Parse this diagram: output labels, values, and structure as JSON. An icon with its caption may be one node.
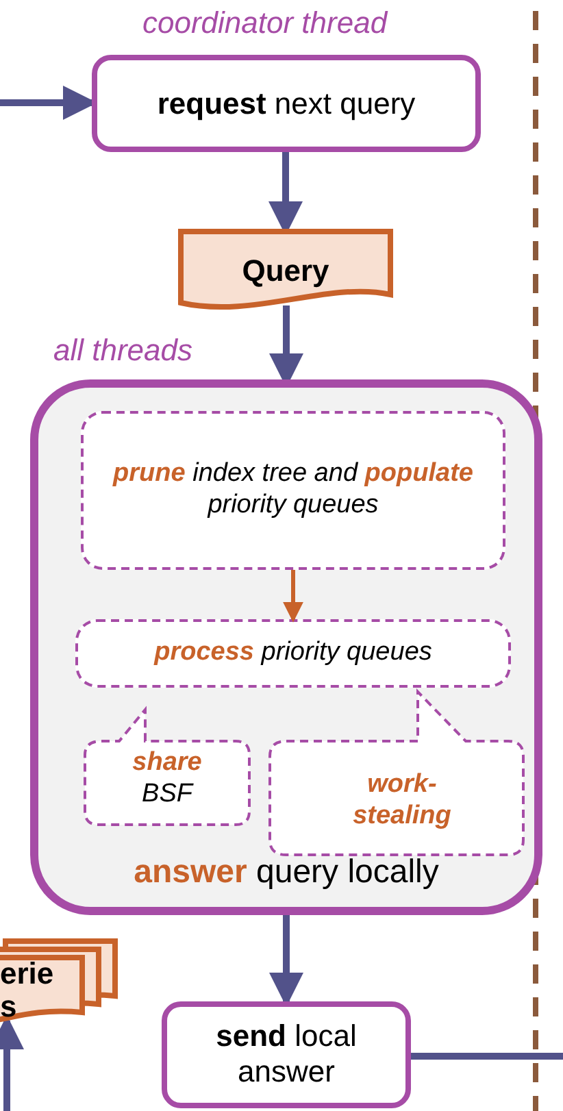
{
  "diagram": {
    "nodes": [
      {
        "text": [
          "coordinator thread",
          "**request** next query"
        ]
      },
      {
        "text": [
          "Query"
        ]
      },
      {
        "text": [
          "all threads",
          "**answer** query locally"
        ]
      },
      {
        "text": [
          "**prune** index tree and **populate** priority queues"
        ],
        "in": 2
      },
      {
        "text": [
          "**process** priority queues"
        ],
        "in": 2
      },
      {
        "text": [
          "**share** BSF"
        ],
        "in": 2
      },
      {
        "text": [
          "work-stealing"
        ],
        "in": 2
      },
      {
        "text": [
          "erie s"
        ]
      },
      {
        "text": [
          "**send** local answer"
        ]
      }
    ],
    "edges": [
      {
        "from": null,
        "to": 0,
        "arrow": "to"
      },
      {
        "from": 0,
        "to": 1,
        "arrow": "to"
      },
      {
        "from": 1,
        "to": 2,
        "arrow": "to"
      },
      {
        "from": 3,
        "to": 4,
        "arrow": "to",
        "color": "#c8622a"
      },
      {
        "from": 2,
        "to": 8,
        "arrow": "to"
      },
      {
        "from": null,
        "to": 7,
        "arrow": "to"
      },
      {
        "from": 8,
        "to": null,
        "arrow": "none"
      }
    ]
  }
}
